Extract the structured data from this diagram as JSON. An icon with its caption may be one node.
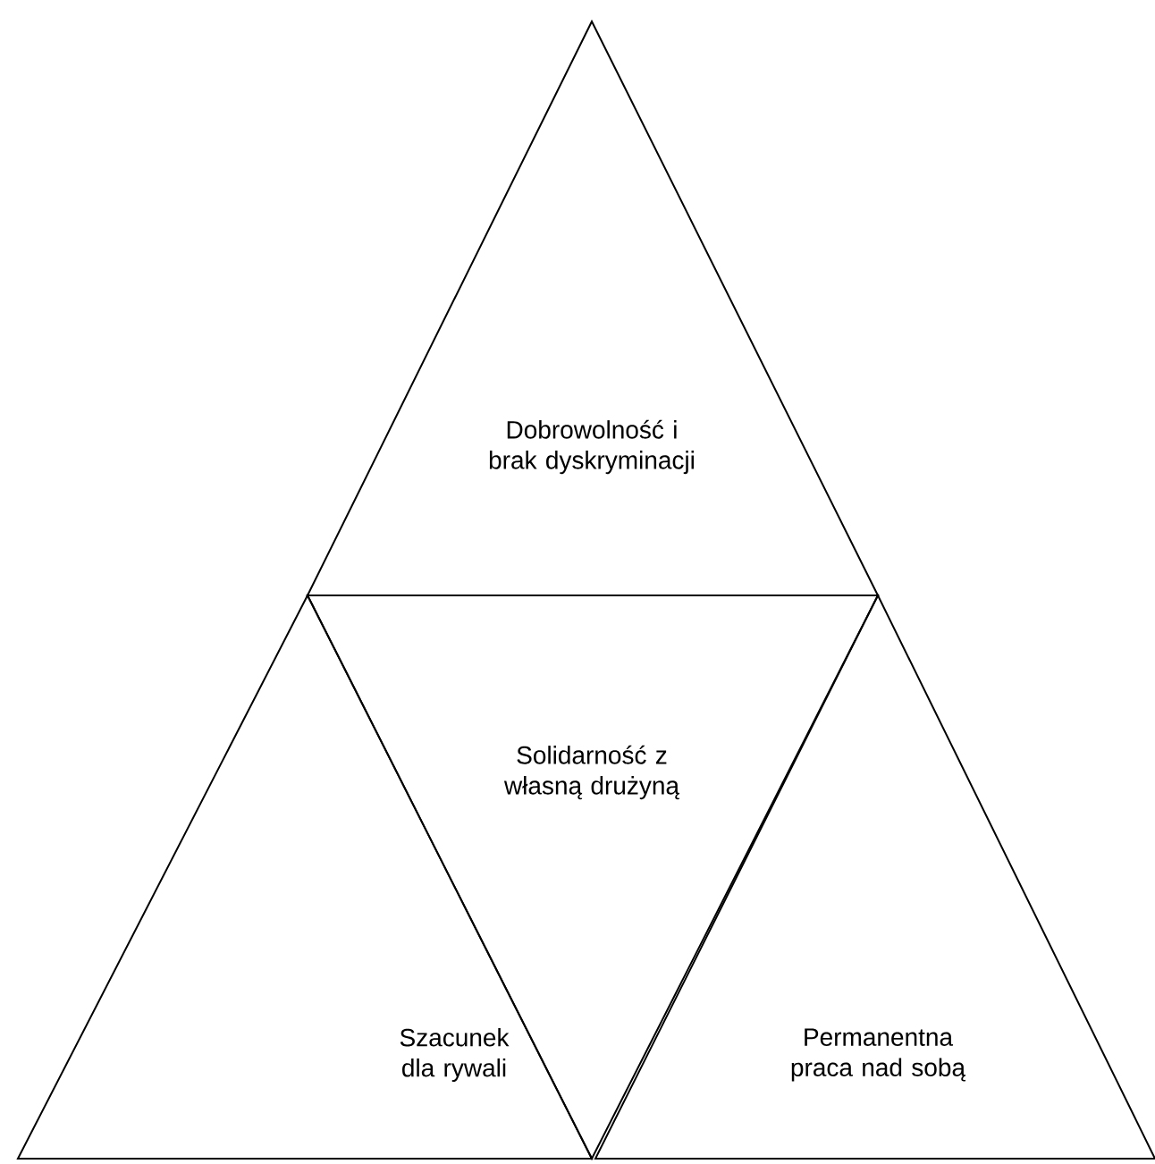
{
  "diagram": {
    "nodes": [
      {
        "text": [
          "Dobrowolność i brak dyskryminacji"
        ]
      },
      {
        "text": [
          "Solidarność z własną drużyną"
        ]
      },
      {
        "text": [
          "Szacunek dla rywali"
        ]
      },
      {
        "text": [
          "Permanentna praca nad sobą"
        ]
      }
    ]
  }
}
